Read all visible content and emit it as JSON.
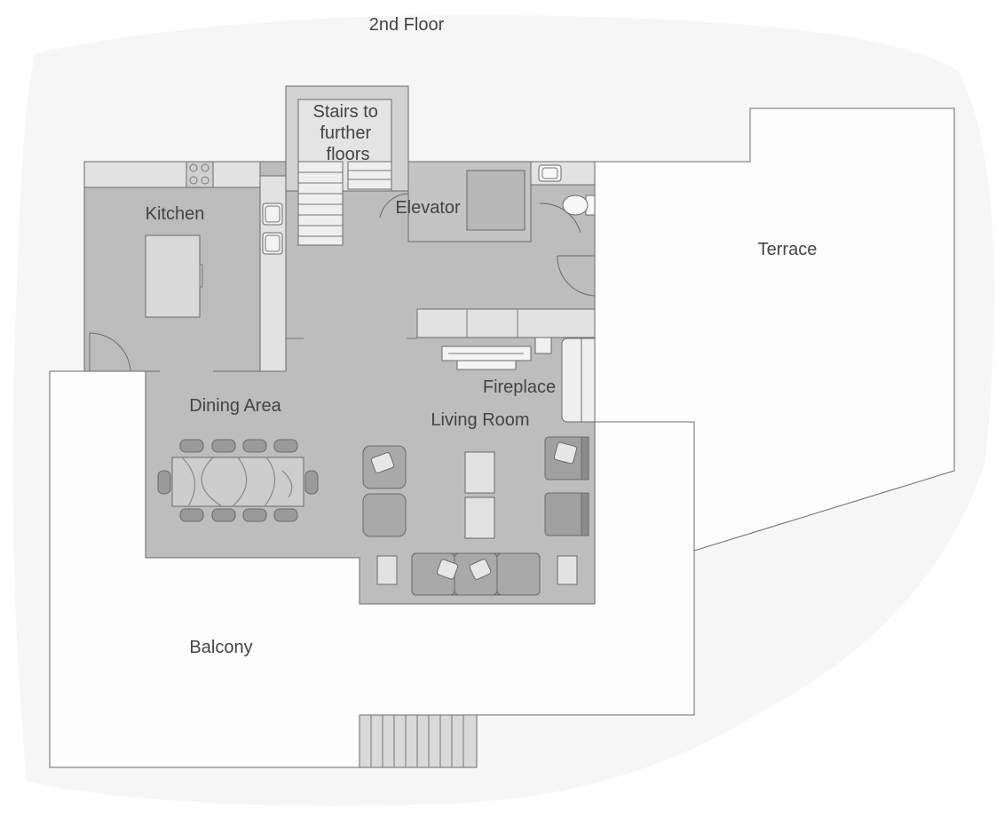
{
  "plan": {
    "title": "2nd Floor",
    "rooms": {
      "stairs": "Stairs to further floors",
      "stairs_lines": [
        "Stairs to",
        "further",
        "floors"
      ],
      "kitchen": "Kitchen",
      "elevator": "Elevator",
      "terrace": "Terrace",
      "fireplace": "Fireplace",
      "dining": "Dining Area",
      "living": "Living Room",
      "balcony": "Balcony"
    }
  },
  "colors": {
    "floor": "#bdbdbd",
    "outdoor": "#fdfdfd",
    "counter": "#e2e2e2",
    "furniture": "#a9a9a9",
    "wall": "#6a6a6a",
    "text": "#444444"
  }
}
